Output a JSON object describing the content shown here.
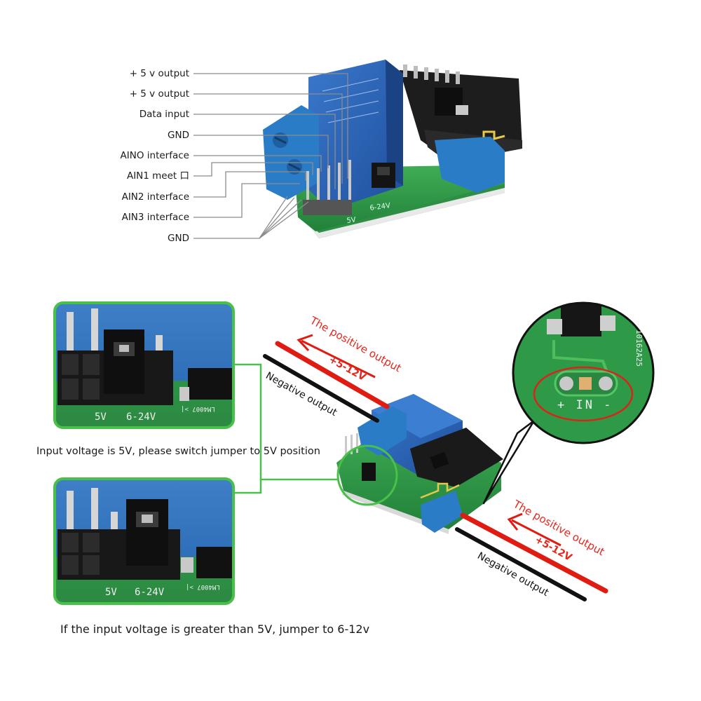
{
  "pin_labels": [
    "+ 5 v output",
    "+ 5 v output",
    "Data input",
    "GND",
    "AINO interface",
    "AIN1 meet 口",
    "AIN2 interface",
    "AIN3 interface",
    "GND"
  ],
  "captions": {
    "jumper_5v": "Input voltage is 5V, please switch jumper to 5V position",
    "jumper_6_24v": "If the input voltage is greater than 5V, jumper to 6-12v"
  },
  "wires": {
    "left_positive": "The positive output",
    "left_voltage": "+5-12V",
    "left_negative": "Negative output",
    "right_positive": "The positive output",
    "right_voltage": "+5-12V",
    "right_negative": "Negative output"
  },
  "silkscreen": {
    "top_label": "5V  6-24V",
    "zoom_top_5v": "5V",
    "zoom_top_6_24v": "6-24V",
    "zoom_top_part": "LM4007 >|",
    "zoom_bottom_5v": "5V",
    "zoom_bottom_6_24v": "6-24V",
    "zoom_bottom_part": "LM4007 >|",
    "callout_in": "+ IN -",
    "callout_code": "10162A25"
  },
  "colors": {
    "pcb_green": "#2f9a46",
    "relay_blue": "#2b63b8",
    "terminal_blue": "#2a7cc6",
    "highlight_green": "#3ec13e",
    "wire_red": "#e01b12",
    "wire_black": "#111111",
    "callout_red": "#d8251c"
  }
}
